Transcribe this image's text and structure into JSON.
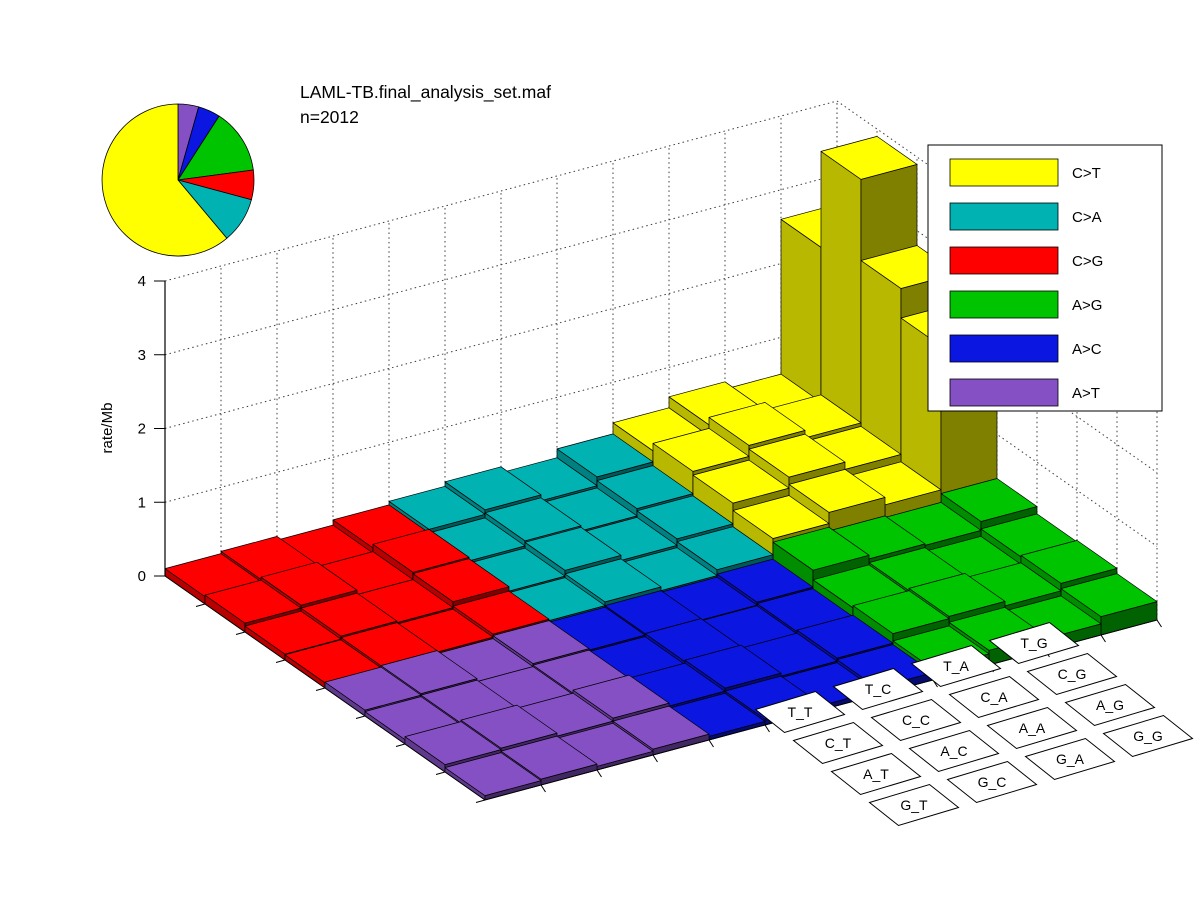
{
  "chart_data": {
    "type": "3d-bar",
    "title": "LAML-TB.final_analysis_set.maf",
    "subtitle": "n=2012",
    "zlabel": "rate/Mb",
    "z_ticks": [
      "0",
      "1",
      "2",
      "3",
      "4"
    ],
    "zlim": [
      0,
      4
    ],
    "grid": "dotted",
    "legend_position": "right",
    "context_5prime_order": [
      "T",
      "C",
      "A",
      "G"
    ],
    "context_3prime_order": [
      "T",
      "C",
      "A",
      "G"
    ],
    "context_tile_labels": [
      [
        "T_T",
        "T_C",
        "T_A",
        "T_G"
      ],
      [
        "C_T",
        "C_C",
        "C_A",
        "C_G"
      ],
      [
        "A_T",
        "A_C",
        "A_A",
        "A_G"
      ],
      [
        "G_T",
        "G_C",
        "G_A",
        "G_G"
      ]
    ],
    "block_layout": [
      [
        "C>G",
        "C>A",
        "C>T"
      ],
      [
        "A>T",
        "A>C",
        "A>G"
      ]
    ],
    "series": [
      {
        "name": "C>T",
        "color": "#ffff00",
        "rates_per_Mb": [
          [
            0.45,
            0.6,
            0.5,
            2.6
          ],
          [
            0.55,
            0.7,
            0.6,
            3.9
          ],
          [
            0.5,
            0.65,
            0.55,
            2.8
          ],
          [
            0.4,
            0.55,
            0.45,
            2.4
          ]
        ]
      },
      {
        "name": "C>A",
        "color": "#00b2b2",
        "rates_per_Mb": [
          [
            0.2,
            0.26,
            0.18,
            0.3
          ],
          [
            0.15,
            0.22,
            0.15,
            0.25
          ],
          [
            0.12,
            0.2,
            0.13,
            0.22
          ],
          [
            0.1,
            0.15,
            0.1,
            0.18
          ]
        ]
      },
      {
        "name": "C>G",
        "color": "#ff0000",
        "rates_per_Mb": [
          [
            0.1,
            0.13,
            0.08,
            0.15
          ],
          [
            0.12,
            0.16,
            0.1,
            0.2
          ],
          [
            0.08,
            0.12,
            0.1,
            0.18
          ],
          [
            0.07,
            0.1,
            0.08,
            0.12
          ]
        ]
      },
      {
        "name": "A>G",
        "color": "#00c400",
        "rates_per_Mb": [
          [
            0.35,
            0.3,
            0.28,
            0.4
          ],
          [
            0.22,
            0.25,
            0.2,
            0.3
          ],
          [
            0.25,
            0.28,
            0.22,
            0.32
          ],
          [
            0.15,
            0.2,
            0.15,
            0.25
          ]
        ]
      },
      {
        "name": "A>C",
        "color": "#0b16e0",
        "rates_per_Mb": [
          [
            0.08,
            0.1,
            0.08,
            0.12
          ],
          [
            0.06,
            0.1,
            0.07,
            0.1
          ],
          [
            0.08,
            0.12,
            0.08,
            0.12
          ],
          [
            0.05,
            0.08,
            0.06,
            0.1
          ]
        ]
      },
      {
        "name": "A>T",
        "color": "#8450c3",
        "rates_per_Mb": [
          [
            0.08,
            0.1,
            0.06,
            0.1
          ],
          [
            0.06,
            0.08,
            0.06,
            0.08
          ],
          [
            0.1,
            0.12,
            0.08,
            0.12
          ],
          [
            0.06,
            0.08,
            0.05,
            0.08
          ]
        ]
      }
    ],
    "legend": [
      "C>T",
      "C>A",
      "C>G",
      "A>G",
      "A>C",
      "A>T"
    ],
    "pie": {
      "clockwise_from_top": [
        "A>T",
        "A>C",
        "A>G",
        "C>G",
        "C>A",
        "C>T"
      ],
      "percent": {
        "C>T": 61.1,
        "C>A": 9.7,
        "C>G": 6.3,
        "A>G": 13.8,
        "A>C": 4.7,
        "A>T": 4.4
      }
    }
  }
}
